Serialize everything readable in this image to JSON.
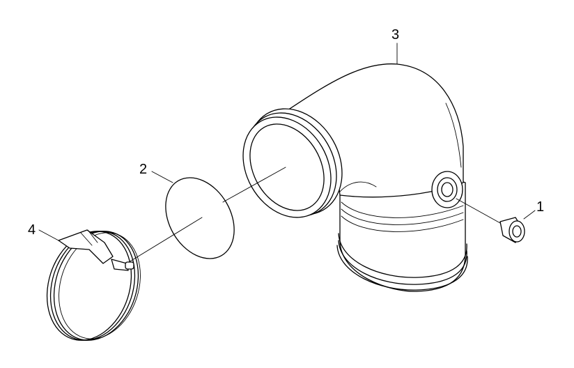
{
  "callouts": [
    {
      "id": "1",
      "label": "1"
    },
    {
      "id": "2",
      "label": "2"
    },
    {
      "id": "3",
      "label": "3"
    },
    {
      "id": "4",
      "label": "4"
    }
  ],
  "colors": {
    "line": "#000000",
    "background": "#ffffff"
  }
}
